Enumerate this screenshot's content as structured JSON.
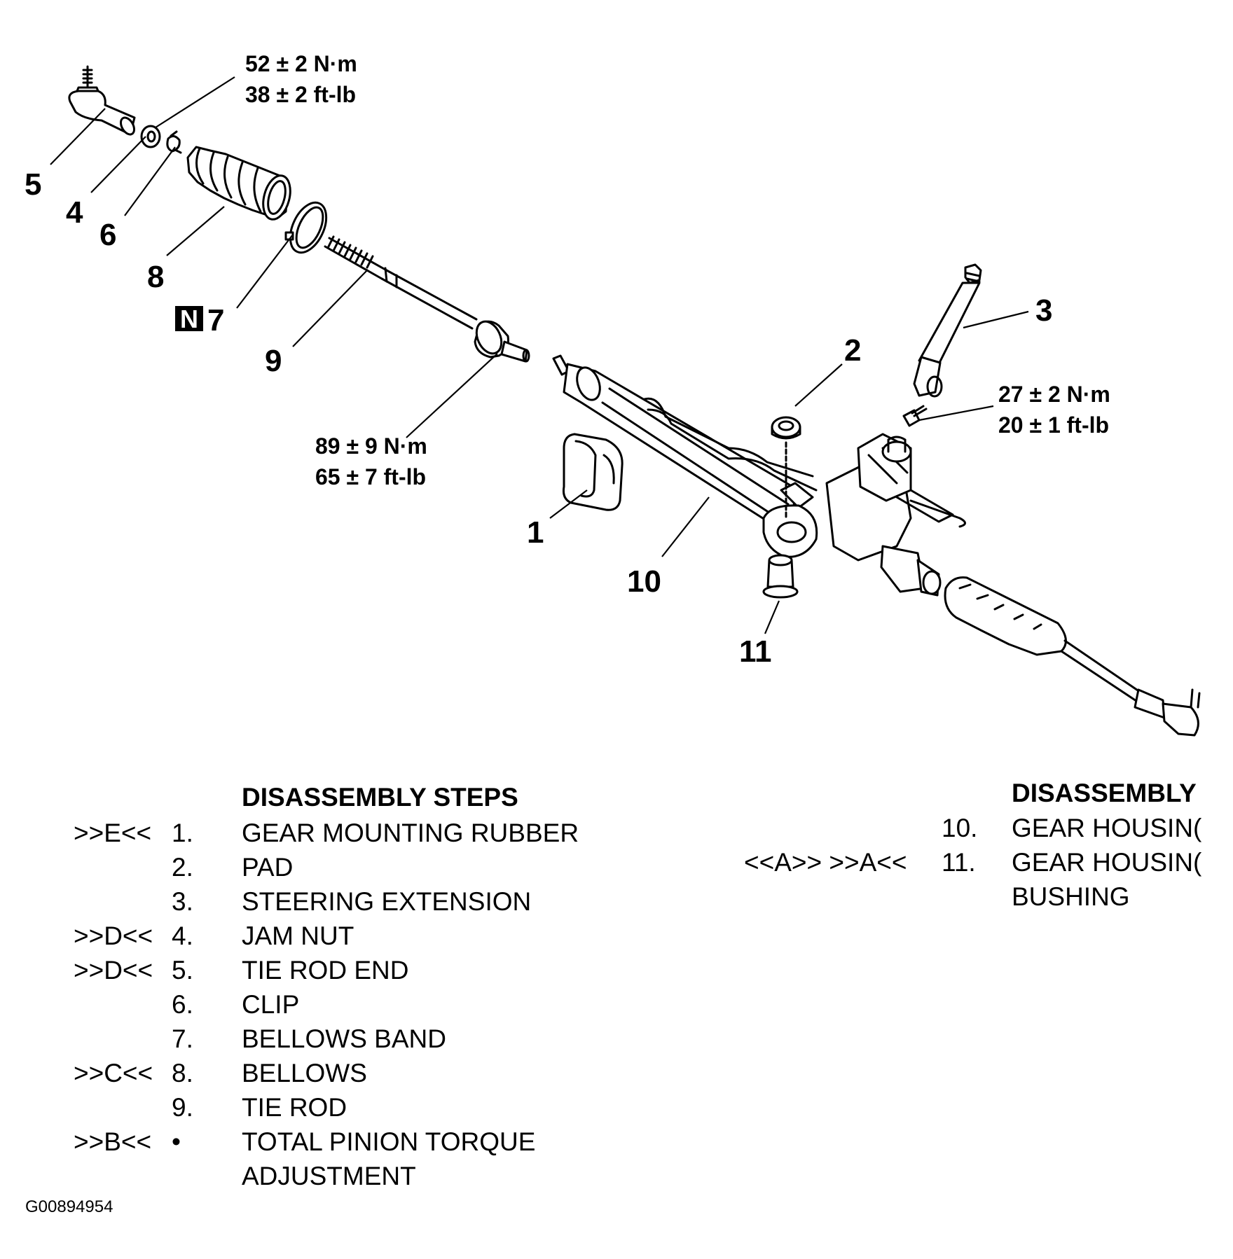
{
  "diagram": {
    "callouts": {
      "c1": "1",
      "c2": "2",
      "c3": "3",
      "c4": "4",
      "c5": "5",
      "c6": "6",
      "c7": "7",
      "c8": "8",
      "c9": "9",
      "c10": "10",
      "c11": "11",
      "new_part_badge": "N"
    },
    "torques": {
      "t1_nm": "52 ± 2 N·m",
      "t1_ftlb": "38 ± 2 ft-lb",
      "t2_nm": "89 ± 9 N·m",
      "t2_ftlb": "65 ± 7 ft-lb",
      "t3_nm": "27 ± 2 N·m",
      "t3_ftlb": "20 ± 1 ft-lb"
    }
  },
  "steps_left": {
    "heading": "DISASSEMBLY STEPS",
    "rows": [
      {
        "code": ">>E<<",
        "num": "1.",
        "text": "GEAR MOUNTING RUBBER"
      },
      {
        "code": "",
        "num": "2.",
        "text": "PAD"
      },
      {
        "code": "",
        "num": "3.",
        "text": "STEERING EXTENSION"
      },
      {
        "code": ">>D<<",
        "num": "4.",
        "text": "JAM NUT"
      },
      {
        "code": ">>D<<",
        "num": "5.",
        "text": "TIE ROD END"
      },
      {
        "code": "",
        "num": "6.",
        "text": "CLIP"
      },
      {
        "code": "",
        "num": "7.",
        "text": "BELLOWS BAND"
      },
      {
        "code": ">>C<<",
        "num": "8.",
        "text": "BELLOWS"
      },
      {
        "code": "",
        "num": "9.",
        "text": "TIE ROD"
      },
      {
        "code": ">>B<<",
        "num": "•",
        "text": "TOTAL PINION TORQUE"
      },
      {
        "code": "",
        "num": "",
        "text": "ADJUSTMENT"
      }
    ]
  },
  "steps_right": {
    "heading": "DISASSEMBLY",
    "rows": [
      {
        "code": "",
        "num": "10.",
        "text": "GEAR HOUSIN("
      },
      {
        "code": "<<A>>  >>A<<",
        "num": "11.",
        "text": "GEAR HOUSIN("
      },
      {
        "code": "",
        "num": "",
        "text": "BUSHING"
      }
    ]
  },
  "footer": {
    "doc_id": "G00894954"
  }
}
